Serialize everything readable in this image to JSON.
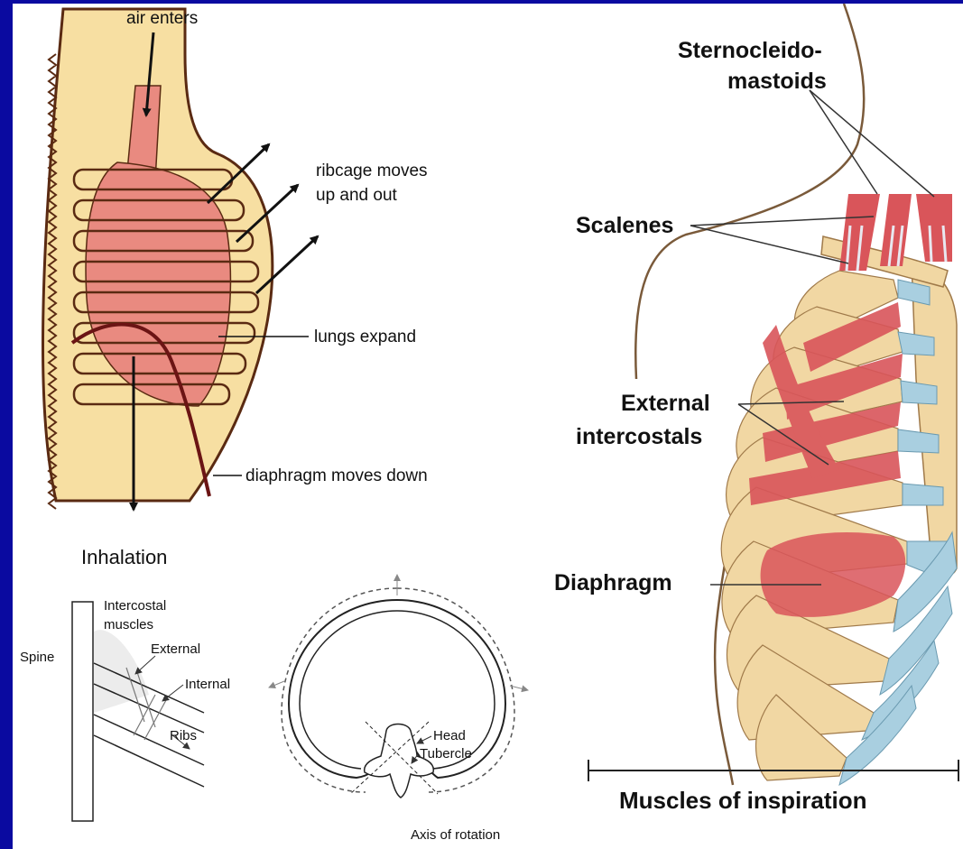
{
  "colors": {
    "background": "#0a0aa0",
    "panel": "#ffffff",
    "skin": "#f7dfa2",
    "lung": "#e98a80",
    "muscle": "#d9555a",
    "bone": "#f1d7a3",
    "cartilage": "#a9cfe0",
    "outline": "#5a2a12",
    "diaphragm_line": "#6b1414"
  },
  "inhalation_diagram": {
    "air_enters": "air enters",
    "ribcage_line1": "ribcage moves",
    "ribcage_line2": "up and out",
    "lungs_expand": "lungs expand",
    "diaphragm_moves": "diaphragm moves down",
    "caption": "Inhalation"
  },
  "intercostal_diagram": {
    "spine": "Spine",
    "intercostal_line1": "Intercostal",
    "intercostal_line2": "muscles",
    "external": "External",
    "internal": "Internal",
    "ribs": "Ribs"
  },
  "rotation_diagram": {
    "head": "Head",
    "tubercle": "Tubercle",
    "axis": "Axis of rotation"
  },
  "muscles_diagram": {
    "sternocleido_line1": "Sternocleido-",
    "sternocleido_line2": "mastoids",
    "scalenes": "Scalenes",
    "external_line1": "External",
    "external_line2": "intercostals",
    "diaphragm": "Diaphragm",
    "caption": "Muscles of inspiration"
  }
}
